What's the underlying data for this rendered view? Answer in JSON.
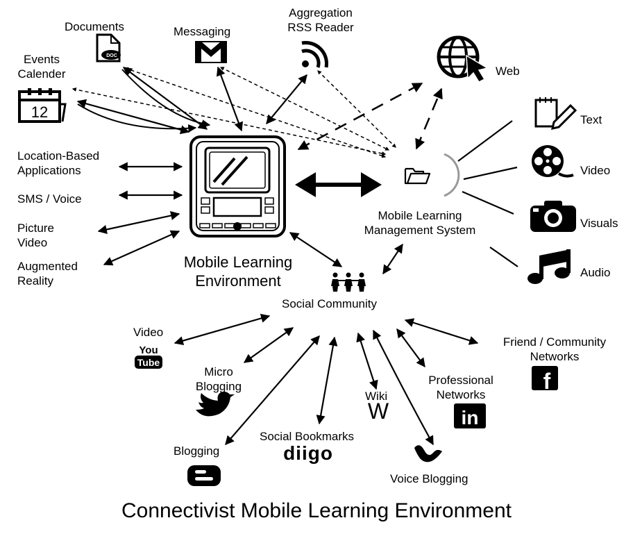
{
  "title": "Connectivist Mobile Learning Environment",
  "center": {
    "device_label_line1": "Mobile Learning",
    "device_label_line2": "Environment",
    "lms_line1": "Mobile  Learning",
    "lms_line2": "Management System",
    "social_label": "Social Community"
  },
  "top_nodes": {
    "documents": "Documents",
    "messaging": "Messaging",
    "aggregation_line1": "Aggregation",
    "aggregation_line2": "RSS Reader",
    "events_line1": "Events",
    "events_line2": "Calender",
    "calendar_day": "12",
    "doc_badge": "DOC",
    "web": "Web"
  },
  "left_nodes": {
    "location_line1": "Location-Based",
    "location_line2": "Applications",
    "sms": "SMS / Voice",
    "picture_line1": "Picture",
    "picture_line2": "Video",
    "ar_line1": "Augmented",
    "ar_line2": "Reality"
  },
  "media_nodes": {
    "text": "Text",
    "video": "Video",
    "visuals": "Visuals",
    "audio": "Audio"
  },
  "social_nodes": {
    "video": "Video",
    "youtube_you": "You",
    "youtube_tube": "Tube",
    "micro_line1": "Micro",
    "micro_line2": "Blogging",
    "blogging": "Blogging",
    "bookmarks": "Social Bookmarks",
    "diigo": "diigo",
    "wiki": "Wiki",
    "wiki_logo": "W",
    "voice": "Voice Blogging",
    "professional_line1": "Professional",
    "professional_line2": "Networks",
    "linkedin": "in",
    "friend_line1": "Friend / Community",
    "friend_line2": "Networks",
    "facebook": "f"
  }
}
